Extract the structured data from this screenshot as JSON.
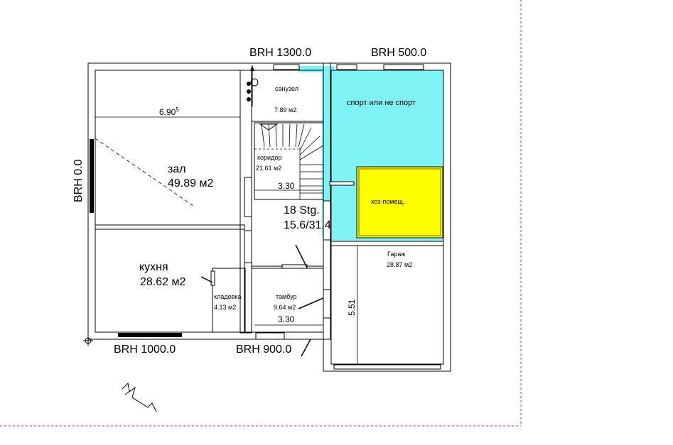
{
  "labels": {
    "brh_top_left": "BRH 1300.0",
    "brh_top_right": "BRH 500.0",
    "brh_left": "BRH 0.0",
    "brh_bottom_left": "BRH 1000.0",
    "brh_bottom_mid": "BRH 900.0"
  },
  "rooms": {
    "zal": {
      "name": "зал",
      "area": "49.89 м2"
    },
    "kitchen": {
      "name": "кухня",
      "area": "28.62 м2"
    },
    "bathroom": {
      "name": "санузел",
      "area": "7.89 м2"
    },
    "corridor": {
      "name": "коридор",
      "area": "21.61 м2"
    },
    "pantry": {
      "name": "кладовка",
      "area": "4.13 м2"
    },
    "vestibule": {
      "name": "тамбур",
      "area": "9.64 м2"
    },
    "garage": {
      "name": "Гараж",
      "area": "28.87 м2"
    },
    "utility": {
      "name": "хоз-помещ,"
    },
    "sport": {
      "name": "спорт или не спорт"
    }
  },
  "stairs": {
    "line1": "18 Stg.",
    "line2": "15.6/31.4"
  },
  "dimensions": {
    "zal_width": "6.90",
    "zal_width_sup": "5",
    "corridor_width": "3.30",
    "vestibule_width": "3.30",
    "garage_depth": "5.51"
  },
  "colors": {
    "sport_fill": "#7ff3f3",
    "utility_fill": "#ffff00",
    "border_dash": "#c0208a"
  }
}
